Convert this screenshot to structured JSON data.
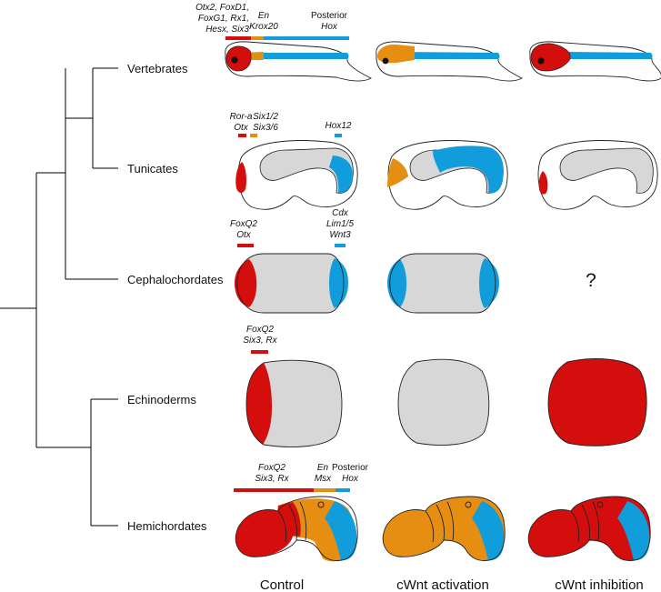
{
  "taxa": {
    "vertebrates": "Vertebrates",
    "tunicates": "Tunicates",
    "cephalochordates": "Cephalochordates",
    "echinoderms": "Echinoderms",
    "hemichordates": "Hemichordates"
  },
  "columns": {
    "control": "Control",
    "activation": "cWnt activation",
    "inhibition": "cWnt inhibition"
  },
  "unknown_mark": "?",
  "genes": {
    "vertebrates": {
      "anterior": [
        "Otx2, FoxD1,",
        "FoxG1, Rx1,",
        "Hesx, Six3"
      ],
      "middle": [
        "En",
        "Krox20"
      ],
      "posterior": [
        "Posterior",
        "Hox"
      ]
    },
    "tunicates": {
      "anterior": [
        "Ror-a",
        "Otx"
      ],
      "middle": [
        "Six1/2",
        "Six3/6"
      ],
      "posterior": [
        "Hox12"
      ]
    },
    "cephalochordates": {
      "anterior": [
        "FoxQ2",
        "Otx"
      ],
      "posterior": [
        "Cdx",
        "Lim1/5",
        "Wnt3"
      ]
    },
    "echinoderms": {
      "anterior": [
        "FoxQ2",
        "Six3, Rx"
      ]
    },
    "hemichordates": {
      "anterior": [
        "FoxQ2",
        "Six3, Rx"
      ],
      "middle": [
        "En",
        "Msx"
      ],
      "posterior": [
        "Posterior",
        "Hox"
      ]
    }
  },
  "colors": {
    "anterior": "#d40d0d",
    "middle": "#e58e11",
    "posterior": "#119ddc",
    "neutral": "#d7d7d7",
    "outline": "#222222",
    "tree": "#000000"
  }
}
